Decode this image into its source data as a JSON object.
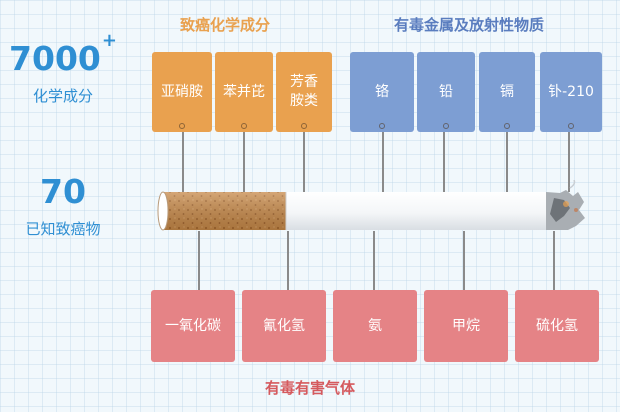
{
  "stats": {
    "ingredients_count": "7000",
    "ingredients_plus": "+",
    "ingredients_label": "化学成分",
    "carcinogens_count": "70",
    "carcinogens_label": "已知致癌物"
  },
  "carcinogen_section": {
    "title": "致癌化学成分",
    "title_color": "#e9a14f",
    "items": [
      "亚硝胺",
      "苯并芘",
      "芳香胺类"
    ]
  },
  "metal_section": {
    "title": "有毒金属及放射性物质",
    "title_color": "#5a7dbf",
    "items": [
      "铬",
      "铅",
      "镉",
      "钋-210"
    ]
  },
  "gas_section": {
    "title": "有毒有害气体",
    "title_color": "#d55a5e",
    "items": [
      "一氧化碳",
      "氰化氢",
      "氨",
      "甲烷",
      "硫化氢"
    ]
  },
  "colors": {
    "stat_text": "#2f8fd3",
    "orange_card": "#e9a14f",
    "blue_card": "#7d9ed3",
    "pink_card": "#e58386"
  }
}
